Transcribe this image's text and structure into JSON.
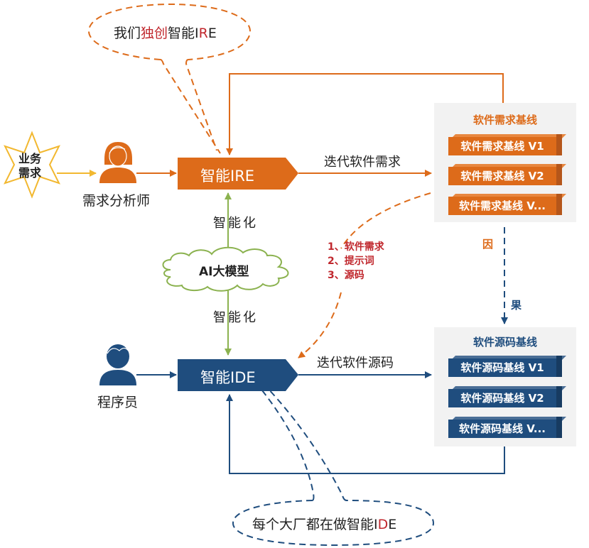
{
  "colors": {
    "orange": "#dd6b1a",
    "orange_light": "#e8873f",
    "orange_dark": "#b5561a",
    "navy": "#1f4d7e",
    "navy_light": "#4a6e96",
    "navy_dark": "#173b61",
    "green": "#8bb24f",
    "yellow": "#f2b830",
    "red": "#c0272d",
    "panel_bg": "#f2f2f2",
    "text_dark": "#222222"
  },
  "callout_ire": {
    "prefix": "我们",
    "highlight": "独创",
    "middle": "智能I",
    "highlight2": "R",
    "suffix": "E"
  },
  "callout_ide": {
    "prefix": "每个大厂都在做智能I",
    "highlight": "D",
    "suffix": "E"
  },
  "business_need": {
    "line1": "业务",
    "line2": "需求",
    "icon": "star-burst-icon"
  },
  "analyst": {
    "label": "需求分析师",
    "icon": "female-user-icon"
  },
  "programmer": {
    "label": "程序员",
    "icon": "male-user-icon"
  },
  "ire_box": {
    "label": "智能IRE"
  },
  "ide_box": {
    "label": "智能IDE"
  },
  "ai_model": {
    "label": "AI大模型",
    "icon": "cloud-icon",
    "up_label": "智能化",
    "down_label": "智能化"
  },
  "iterate_req": "迭代软件需求",
  "iterate_code": "迭代软件源码",
  "inputs_list": [
    "1、软件需求",
    "2、提示词",
    "3、源码"
  ],
  "cause": "因",
  "effect": "果",
  "req_baseline": {
    "title": "软件需求基线",
    "items": [
      "软件需求基线 V1",
      "软件需求基线 V2",
      "软件需求基线 V..."
    ]
  },
  "code_baseline": {
    "title": "软件源码基线",
    "items": [
      "软件源码基线 V1",
      "软件源码基线 V2",
      "软件源码基线 V..."
    ]
  }
}
